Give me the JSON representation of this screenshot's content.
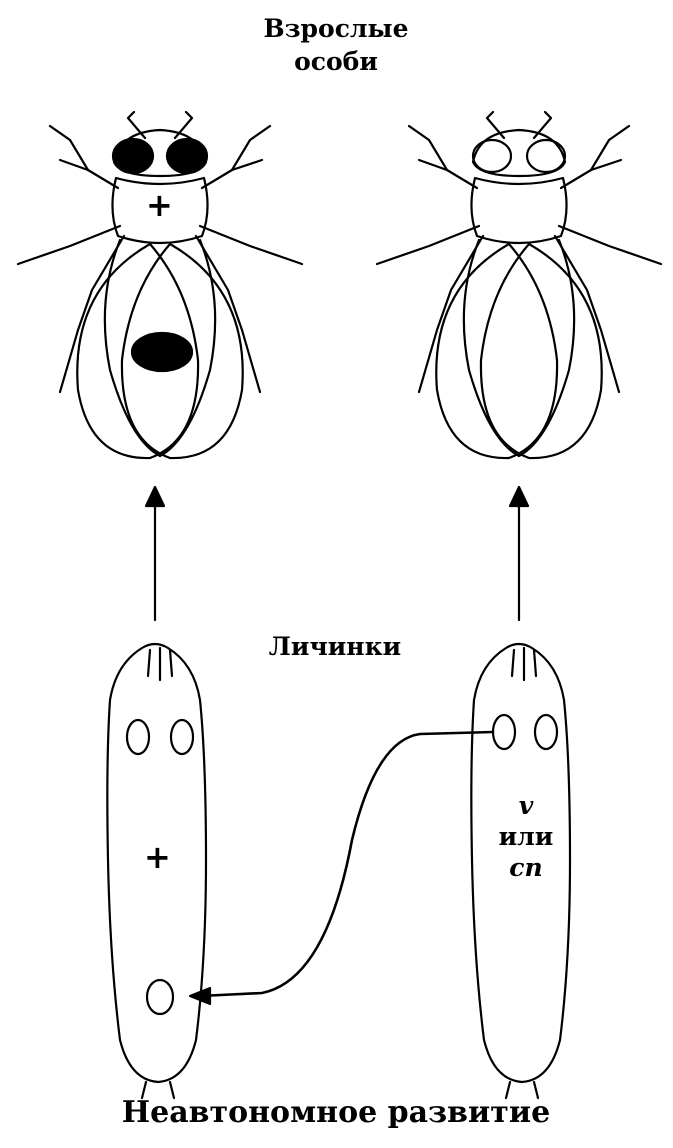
{
  "labels": {
    "adults_line1": "Взрослые",
    "adults_line2": "особи",
    "larvae": "Личинки",
    "caption": "Неавтономное развитие"
  },
  "marks": {
    "wild_type_fly": "+",
    "wild_type_larva": "+"
  },
  "genotype": {
    "v": "v",
    "or": "или",
    "cn": "cn"
  }
}
